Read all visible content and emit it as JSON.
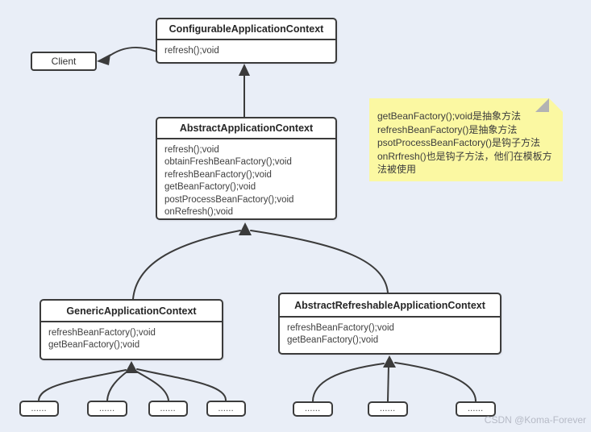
{
  "colors": {
    "background": "#e9eef7",
    "box_border": "#3b3b3b",
    "box_fill": "#ffffff",
    "note_fill": "#fbf8a2",
    "note_fold": "#b3b3b3",
    "watermark": "#b6bac6"
  },
  "classes": {
    "configurable": {
      "title": "ConfigurableApplicationContext",
      "methods": [
        "refresh();void"
      ]
    },
    "abstract": {
      "title": "AbstractApplicationContext",
      "methods": [
        "refresh();void",
        "obtainFreshBeanFactory();void",
        "refreshBeanFactory();void",
        "getBeanFactory();void",
        "postProcessBeanFactory();void",
        "onRefresh();void"
      ]
    },
    "generic": {
      "title": "GenericApplicationContext",
      "methods": [
        "refreshBeanFactory();void",
        "getBeanFactory();void"
      ]
    },
    "refreshable": {
      "title": "AbstractRefreshableApplicationContext",
      "methods": [
        "refreshBeanFactory();void",
        "getBeanFactory();void"
      ]
    }
  },
  "client": {
    "label": "Client"
  },
  "note": {
    "lines": [
      "getBeanFactory();void是抽象方法",
      "refreshBeanFactory()是抽象方法",
      "psotProcessBeanFactory()是钩子方法",
      "onRrfresh()也是钩子方法，他们在模板方法被使用"
    ]
  },
  "placeholders": {
    "label": "......"
  },
  "watermark": {
    "label": "CSDN @Koma-Forever"
  }
}
